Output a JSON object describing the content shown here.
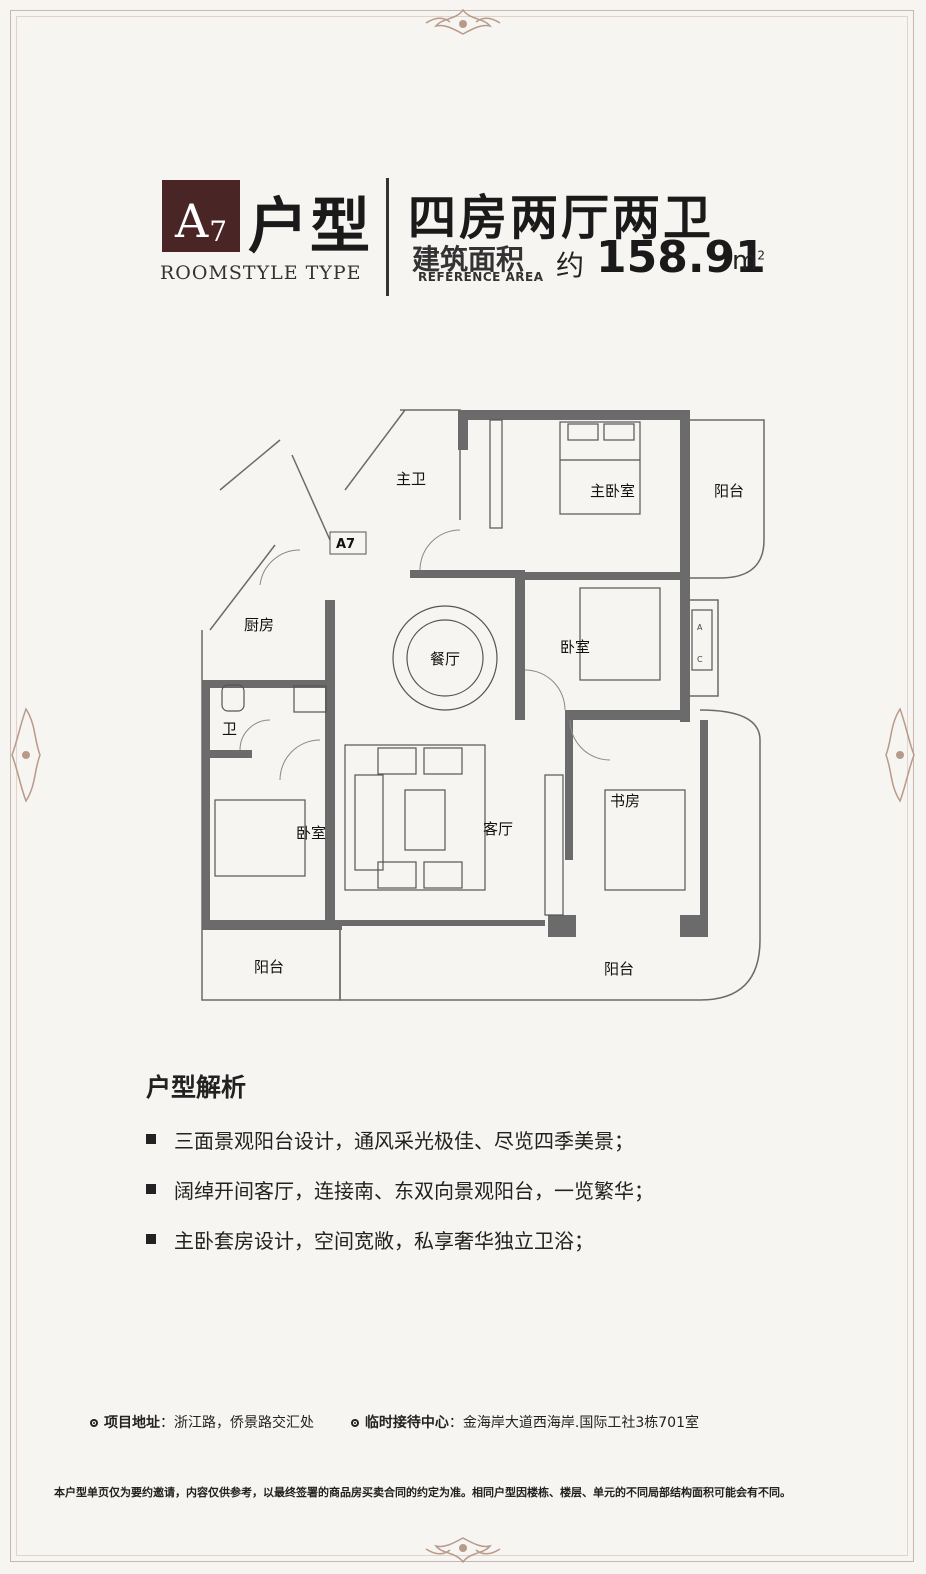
{
  "header": {
    "badge_letter": "A",
    "badge_number": "7",
    "room_type_cn": "户型",
    "room_type_en": "ROOMSTYLE TYPE",
    "title_cn": "四房两厅两卫",
    "area_label_cn": "建筑面积",
    "area_label_en": "REFERENCE AREA",
    "area_approx": "约",
    "area_value": "158.91",
    "area_unit": "m",
    "area_unit_sup": "2"
  },
  "floor_plan": {
    "unit_tag": "A7",
    "rooms": {
      "master_bath": "主卫",
      "master_bedroom": "主卧室",
      "balcony_top_right": "阳台",
      "kitchen": "厨房",
      "dining": "餐厅",
      "bedroom_mid": "卧室",
      "bathroom": "卫",
      "bedroom_left": "卧室",
      "living": "客厅",
      "study": "书房",
      "balcony_bottom_left": "阳台",
      "balcony_bottom_right": "阳台"
    },
    "ac_labels": [
      "A",
      "C"
    ]
  },
  "analysis": {
    "title": "户型解析",
    "items": [
      "三面景观阳台设计，通风采光极佳、尽览四季美景；",
      "阔绰开间客厅，连接南、东双向景观阳台，一览繁华；",
      "主卧套房设计，空间宽敞，私享奢华独立卫浴；"
    ]
  },
  "footer": {
    "address_label": "项目地址",
    "address_value": "：浙江路，侨景路交汇处",
    "reception_label": "临时接待中心",
    "reception_value": "：金海岸大道西海岸.国际工社3栋701室",
    "disclaimer": "本户型单页仅为要约邀请，内容仅供参考，以最终签署的商品房买卖合同的约定为准。相同户型因楼栋、楼层、单元的不同局部结构面积可能会有不同。"
  },
  "colors": {
    "background": "#f7f5f1",
    "badge": "#4a2525",
    "ornament": "#b89a8a",
    "wall": "#6b6b6b"
  }
}
